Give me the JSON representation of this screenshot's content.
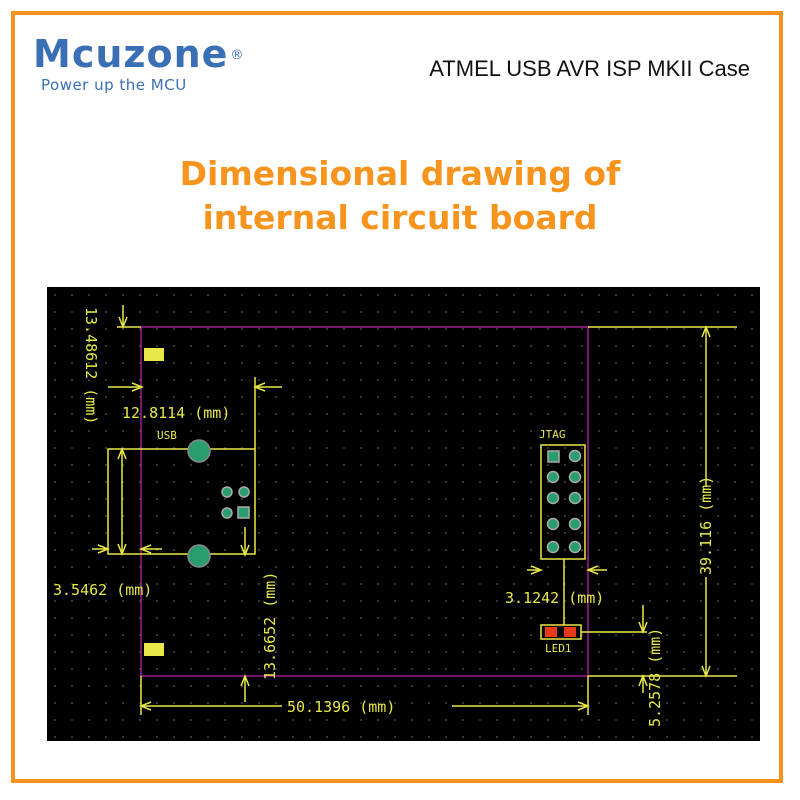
{
  "header": {
    "brand_name": "Mcuzone",
    "brand_mark": "®",
    "tagline": "Power up the MCU",
    "product_title": "ATMEL USB AVR ISP MKII Case"
  },
  "headline": {
    "line1": "Dimensional drawing of",
    "line2": "internal circuit board"
  },
  "drawing": {
    "labels": {
      "usb": "USB",
      "jtag": "JTAG",
      "led": "LED1"
    },
    "dimensions": {
      "left_vertical": "13.48612 (mm)",
      "usb_width": "12.8114 (mm)",
      "usb_offset": "3.5462 (mm)",
      "usb_bottom_vertical": "13.6652 (mm)",
      "board_width": "50.1396 (mm)",
      "board_height": "39.116 (mm)",
      "jtag_led": "3.1242 (mm)",
      "led_vertical": "5.2578 (mm)"
    },
    "colors": {
      "board_background": "#000000",
      "outline": "#a0208f",
      "dimension": "#e8e84a",
      "pad": "#2a9d6f",
      "led": "#e83a1a"
    }
  }
}
